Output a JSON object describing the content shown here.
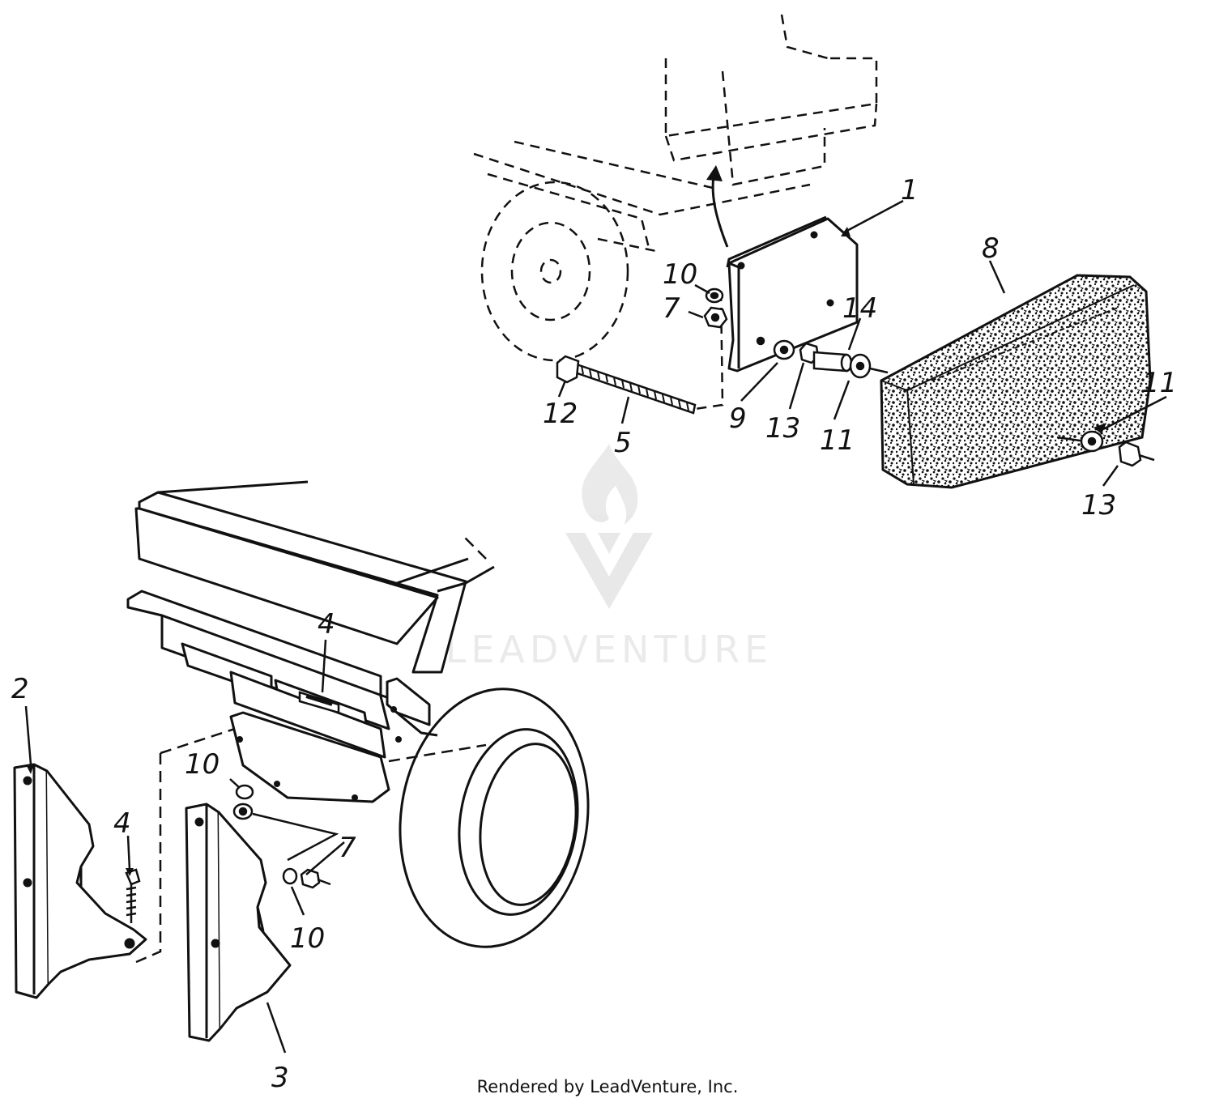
{
  "callouts": {
    "c1": "1",
    "c2": "2",
    "c3": "3",
    "c4a": "4",
    "c4b": "4",
    "c5": "5",
    "c7a": "7",
    "c7b": "7",
    "c8": "8",
    "c9": "9",
    "c10a": "10",
    "c10b": "10",
    "c10c": "10",
    "c11a": "11",
    "c11b": "11",
    "c12": "12",
    "c13a": "13",
    "c13b": "13",
    "c14": "14"
  },
  "watermark": {
    "text": "LEADVENTURE"
  },
  "footer": {
    "text": "Rendered by LeadVenture, Inc."
  },
  "colors": {
    "ink": "#111111",
    "paper": "#ffffff"
  }
}
